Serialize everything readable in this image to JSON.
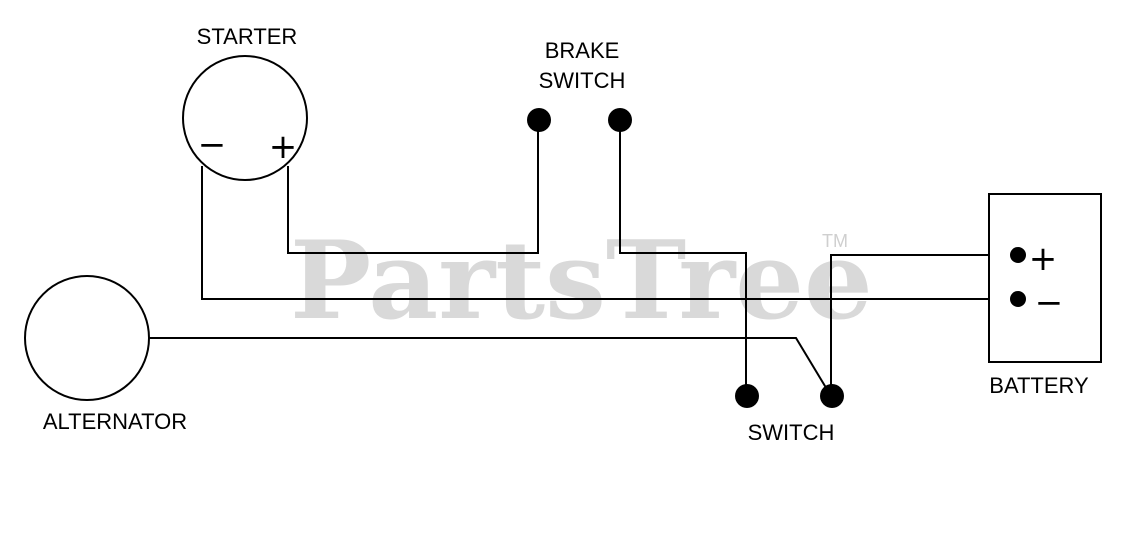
{
  "watermark": {
    "text": "PartsTree",
    "trademark": "TM"
  },
  "components": {
    "starter": {
      "label": "STARTER",
      "neg_sign": "−",
      "pos_sign": "+"
    },
    "brake_switch": {
      "label_line1": "BRAKE",
      "label_line2": "SWITCH"
    },
    "battery": {
      "label": "BATTERY",
      "pos_sign": "+",
      "neg_sign": "−"
    },
    "alternator": {
      "label": "ALTERNATOR"
    },
    "switch": {
      "label": "SWITCH"
    }
  }
}
